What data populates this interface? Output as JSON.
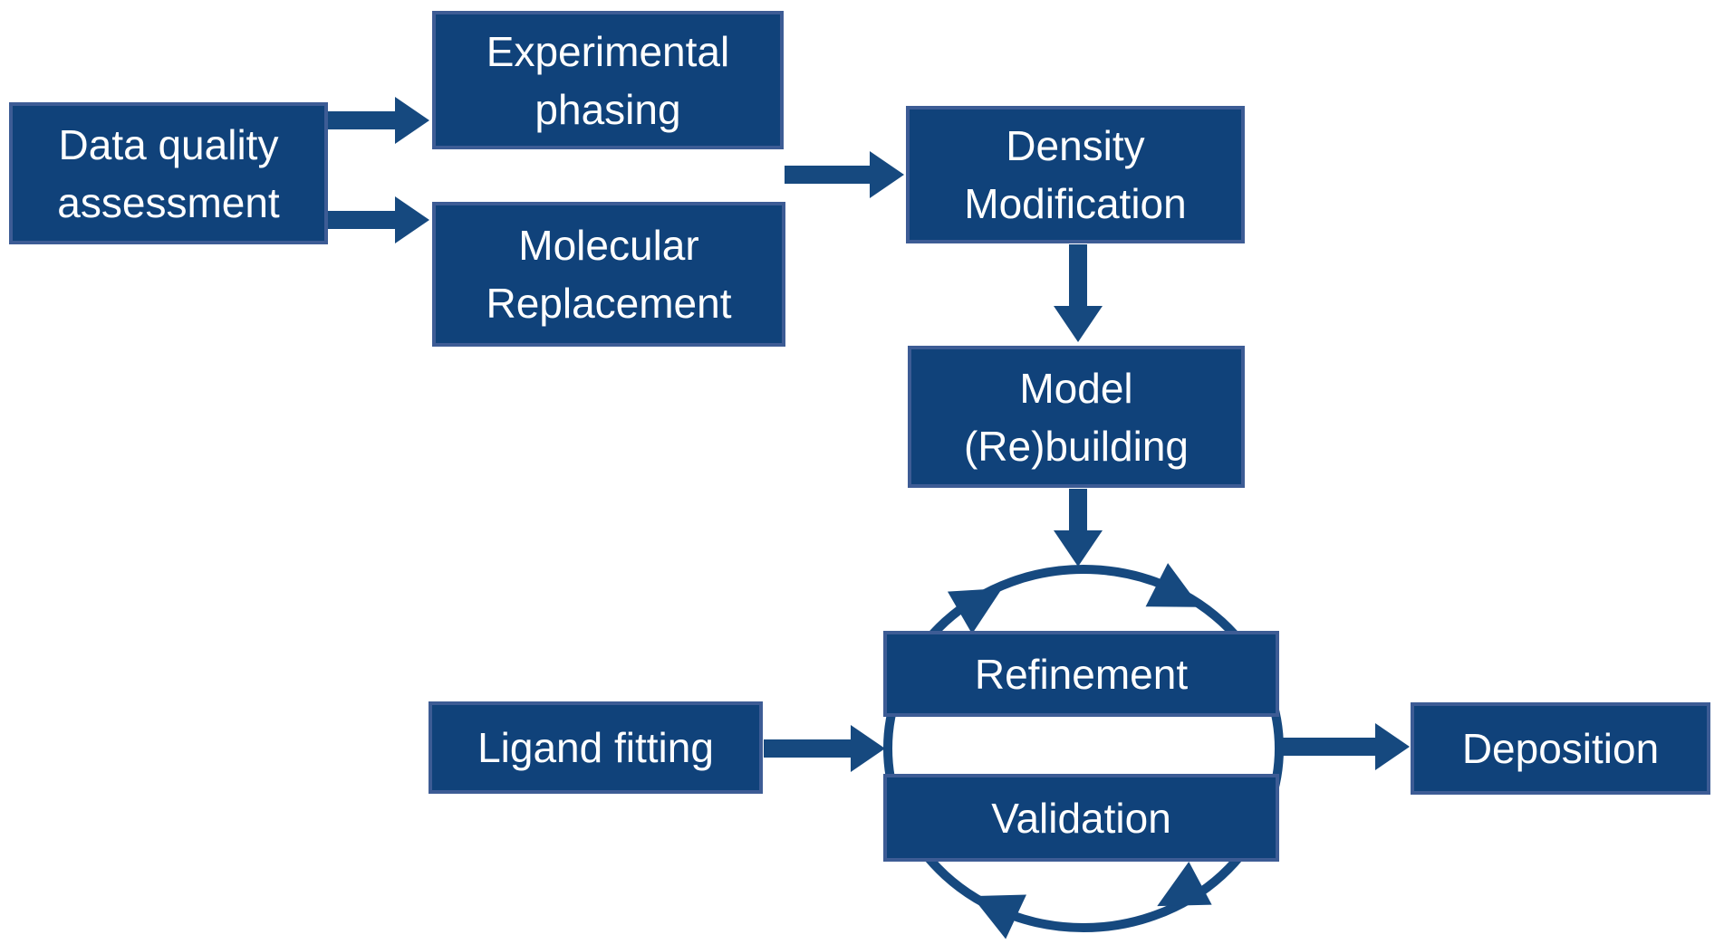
{
  "diagram": {
    "colors": {
      "background": "#FFFFFF",
      "node_fill": "#10427A",
      "node_border": "#3D5C95",
      "arrow": "#16497F",
      "text_color": "#FFFFFF"
    },
    "nodes": {
      "data_quality": {
        "label": "Data quality assessment"
      },
      "experimental_phasing": {
        "label": "Experimental phasing"
      },
      "molecular_replacement": {
        "label": "Molecular Replacement"
      },
      "density_modification": {
        "label": "Density Modification"
      },
      "model_rebuilding": {
        "label": "Model (Re)building"
      },
      "refinement": {
        "label": "Refinement"
      },
      "validation": {
        "label": "Validation"
      },
      "ligand_fitting": {
        "label": "Ligand fitting"
      },
      "deposition": {
        "label": "Deposition"
      }
    },
    "edges": [
      {
        "from": "data_quality",
        "to": "experimental_phasing"
      },
      {
        "from": "data_quality",
        "to": "molecular_replacement"
      },
      {
        "from": "experimental_phasing_and_molecular_replacement",
        "to": "density_modification"
      },
      {
        "from": "density_modification",
        "to": "model_rebuilding"
      },
      {
        "from": "model_rebuilding",
        "to": "refinement_validation_cycle"
      },
      {
        "from": "ligand_fitting",
        "to": "refinement_validation_cycle"
      },
      {
        "from": "refinement_validation_cycle",
        "to": "deposition"
      }
    ],
    "cycle": {
      "between": [
        "refinement",
        "validation"
      ],
      "direction": "clockwise",
      "arrowhead_count": 4
    }
  }
}
